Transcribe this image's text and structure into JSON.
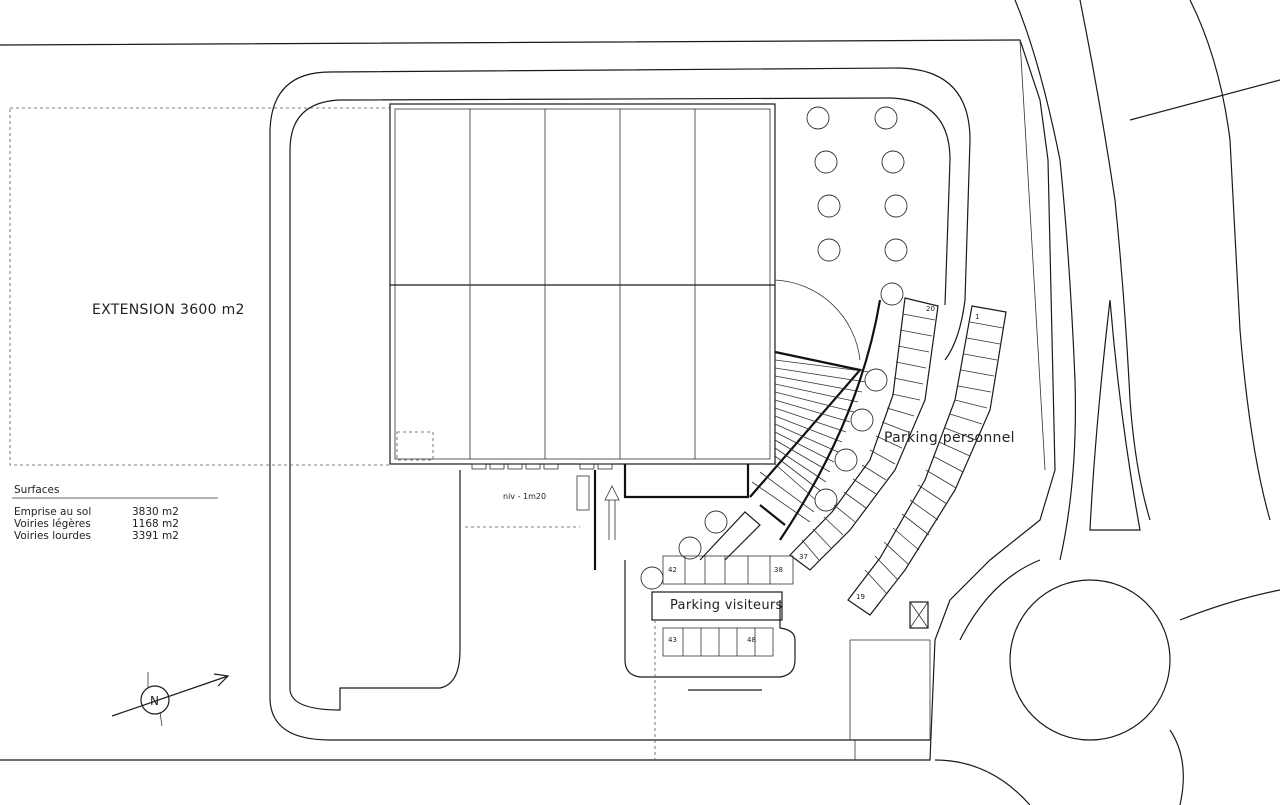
{
  "labels": {
    "extension": "EXTENSION 3600 m2",
    "parking_personnel": "Parking personnel",
    "parking_visiteurs": "Parking visiteurs",
    "level": "niv - 1m20"
  },
  "surfaces": {
    "title": "Surfaces",
    "rows": [
      {
        "label": "Emprise au sol",
        "value": "3830 m2"
      },
      {
        "label": "Voiries légères",
        "value": "1168 m2"
      },
      {
        "label": "Voiries lourdes",
        "value": "3391 m2"
      }
    ]
  },
  "parking_numbers": {
    "p20": "20",
    "p1": "1",
    "p37": "37",
    "p19": "19",
    "p42": "42",
    "p38": "38",
    "p43": "43",
    "p48": "48"
  },
  "north": {
    "letter": "N",
    "icon": "north-arrow-icon"
  }
}
